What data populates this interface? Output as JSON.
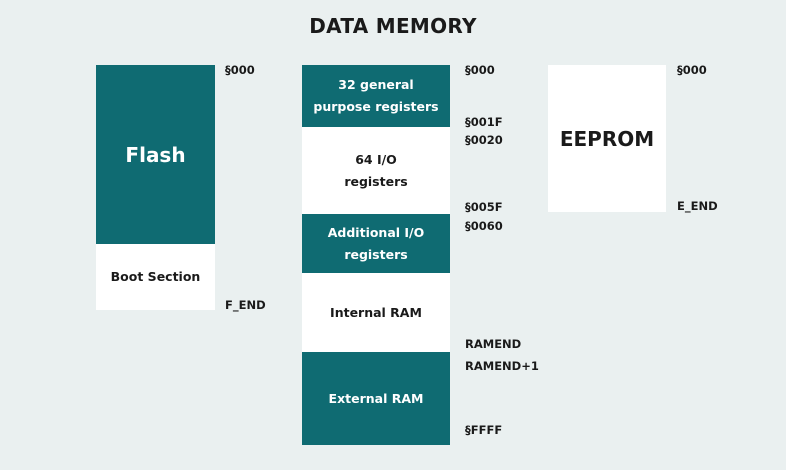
{
  "title": "DATA MEMORY",
  "flash": {
    "label": "Flash",
    "boot_label": "Boot Section",
    "addr_start": "§000",
    "addr_end": "F_END"
  },
  "data_memory": {
    "blocks": [
      {
        "label": "32 general purpose registers"
      },
      {
        "label": "64 I/O registers"
      },
      {
        "label": "Additional I/O registers"
      },
      {
        "label": "Internal RAM"
      },
      {
        "label": "External RAM"
      }
    ],
    "addresses": [
      "§000",
      "§001F",
      "§0020",
      "§005F",
      "§0060",
      "RAMEND",
      "RAMEND+1",
      "§FFFF"
    ]
  },
  "eeprom": {
    "label": "EEPROM",
    "addr_start": "§000",
    "addr_end": "E_END"
  },
  "colors": {
    "teal": "#0f6b72",
    "background": "#eaf0f0",
    "white": "#ffffff"
  }
}
